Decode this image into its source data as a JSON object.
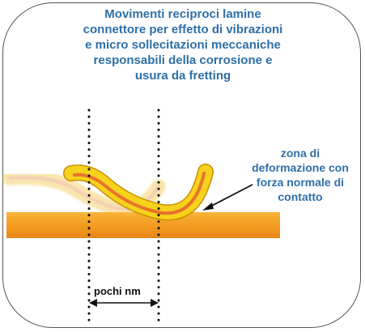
{
  "title_lines": [
    "Movimenti reciproci lamine",
    "connettore per effetto di vibrazioni",
    "e micro sollecitazioni meccaniche",
    "responsabili della corrosione e",
    "usura da fretting"
  ],
  "zone_label_lines": [
    "zona di",
    "deformazione con",
    "forza normale di",
    "contatto"
  ],
  "distance_label": "pochi nm",
  "colors": {
    "title_text": "#2e6fa8",
    "plate": "#f5a623",
    "lamina_outer": "#f2c200",
    "lamina_inner": "#e8732c",
    "frame": "#555555"
  }
}
